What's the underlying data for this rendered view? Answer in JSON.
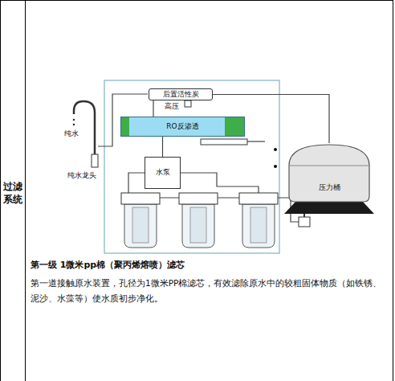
{
  "diagram": {
    "nodes": [
      {
        "text": [
          "后置活性炭"
        ]
      },
      {
        "text": [
          "RO反渗透"
        ]
      },
      {
        "text": [
          "水泵"
        ]
      },
      {
        "text": [
          "压力桶"
        ]
      }
    ],
    "edges": [
      {
        "from": 2,
        "to": 1,
        "arrow": "none"
      },
      {
        "from": 1,
        "to": 0,
        "arrow": "none"
      },
      {
        "from": 3,
        "to": 0,
        "arrow": "none"
      }
    ],
    "labels": [
      "过滤系统",
      "高压",
      "纯水",
      "纯水龙头",
      "第一级 1微米pp棉（聚丙烯熔喷）滤芯",
      "第一道接触原水装置，孔径为1微米PP棉滤芯，有效滤除原水中的较粗固体物质（如铁锈、泥沙、水藻等）使水质初步净化。"
    ]
  }
}
